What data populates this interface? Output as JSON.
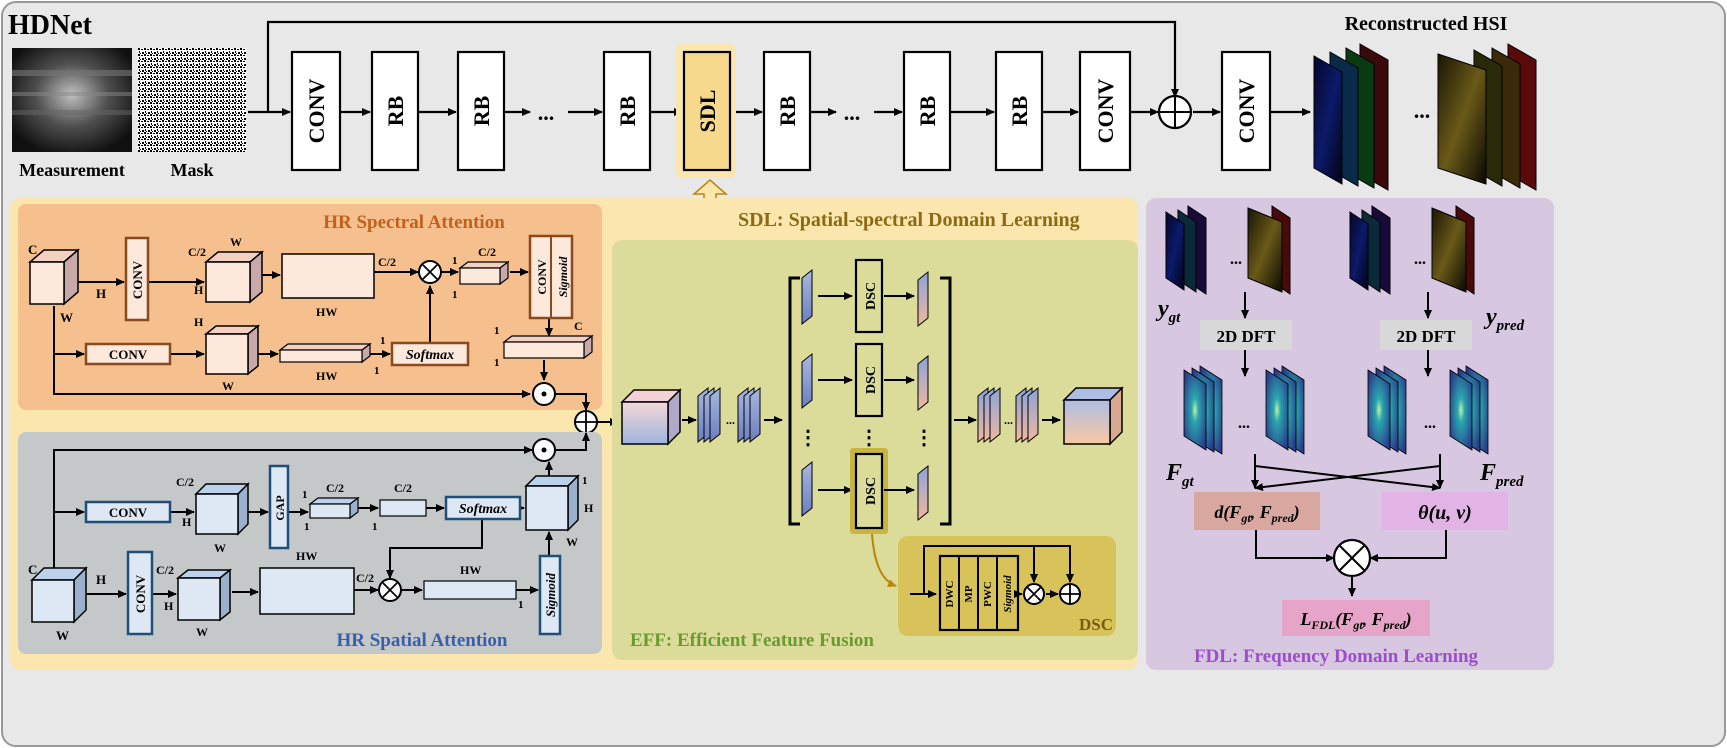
{
  "title": "HDNet",
  "inputs": {
    "measurement": "Measurement",
    "mask": "Mask"
  },
  "output_label": "Reconstructed HSI",
  "backbone": {
    "conv": "CONV",
    "rb": "RB",
    "sdl": "SDL",
    "ellipsis": "..."
  },
  "sections": {
    "sdl": "SDL: Spatial-spectral Domain Learning",
    "spectral": "HR Spectral Attention",
    "spatial": "HR Spatial Attention",
    "eff": "EFF: Efficient Feature Fusion",
    "fdl": "FDL: Frequency Domain Learning",
    "dsc": "DSC"
  },
  "spectral_attention": {
    "dims": {
      "c": "C",
      "h": "H",
      "w": "W",
      "c2": "C/2",
      "hw": "HW",
      "one": "1"
    },
    "conv": "CONV",
    "softmax": "Softmax",
    "sigmoid": "Sigmoid"
  },
  "spatial_attention": {
    "conv": "CONV",
    "gap": "GAP",
    "softmax": "Softmax",
    "sigmoid": "Sigmoid"
  },
  "eff": {
    "dsc": "DSC",
    "vdots": "⋮"
  },
  "dsc_block": [
    "DWC",
    "MP",
    "PWC",
    "Sigmoid"
  ],
  "fdl": {
    "ygt": "y",
    "ygt_sub": "gt",
    "ypred": "y",
    "ypred_sub": "pred",
    "dft": "2D DFT",
    "fgt": "F",
    "fgt_sub": "gt",
    "fpred": "F",
    "fpred_sub": "pred",
    "dist": "d(F",
    "dist_sub1": "gt",
    "dist_mid": ", F",
    "dist_sub2": "pred",
    "dist_end": ")",
    "theta": "θ(u, v)",
    "loss": "L",
    "loss_sub": "FDL",
    "loss_args": "(F",
    "loss_sub1": "gt",
    "loss_mid": ", F",
    "loss_sub2": "pred",
    "loss_end": ")"
  },
  "colors": {
    "outer_bg": "#e8e8e8",
    "sdl_bg": "#fbe6ad",
    "sdl_block": "#f6d98a",
    "spectral_bg": "#f5c08e",
    "spectral_title": "#c0621d",
    "spatial_bg": "#c5c8c9",
    "spatial_title": "#3b5fa6",
    "eff_bg": "#dcdc9a",
    "eff_title": "#6a9a30",
    "dsc_bg": "#d7c35a",
    "fdl_bg": "#d7c7e1",
    "fdl_title": "#9b4ec9",
    "dist_bg": "#d8a8a0",
    "theta_bg": "#e2b4e6",
    "loss_bg": "#e6a5c8",
    "conv_box_brown": "#8b4a1c",
    "conv_box_blue": "#1f4e78"
  }
}
